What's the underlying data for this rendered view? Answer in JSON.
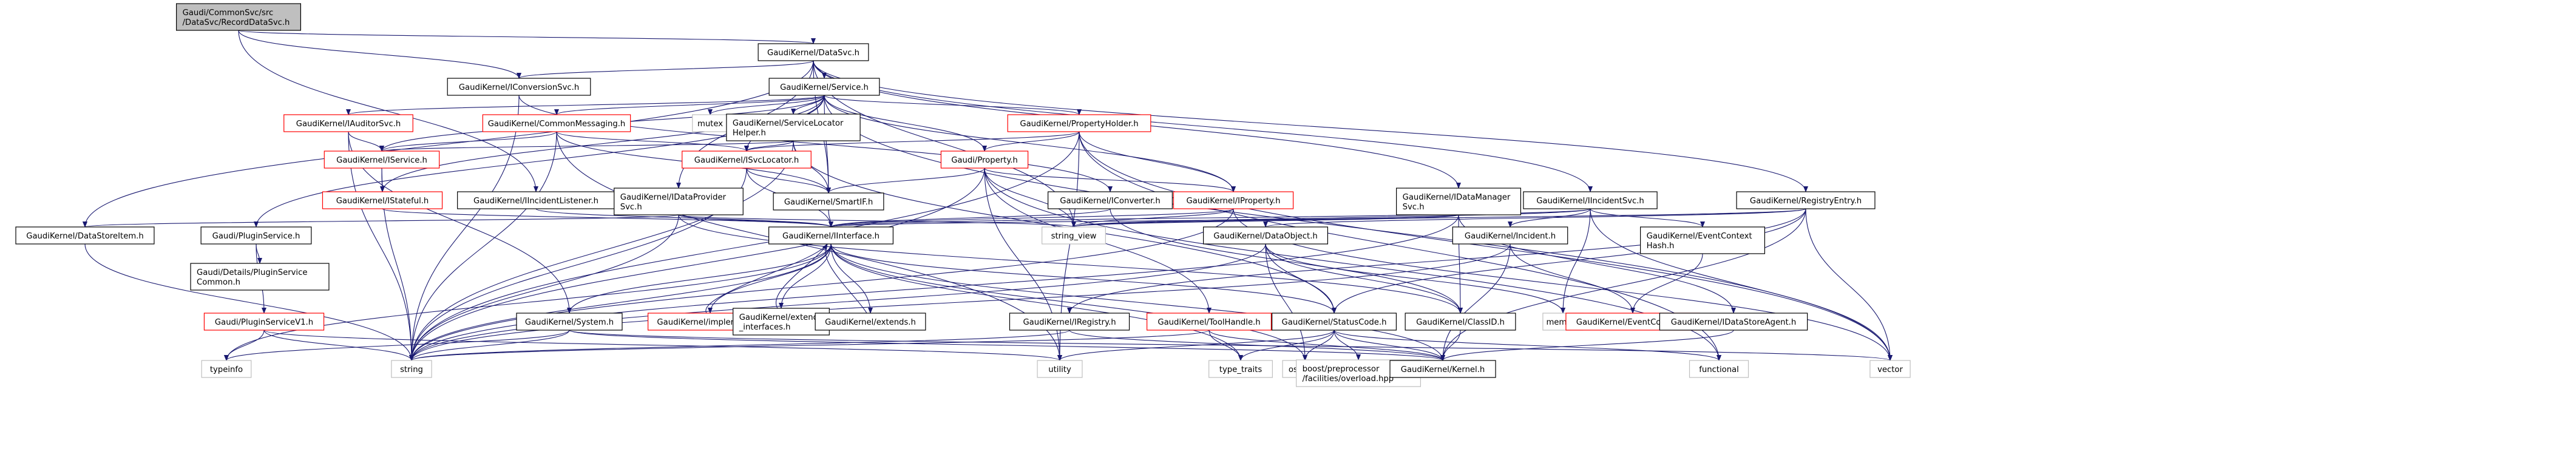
{
  "diagram": {
    "type": "include-dependency-graph",
    "colors": {
      "edge": "#191970",
      "root_fill": "#bfbfbf",
      "node_fill": "#ffffff",
      "node_border": "#000000",
      "unresolved_border": "#ff0000",
      "external_border": "#bfbfbf"
    },
    "nodes": [
      {
        "id": "root",
        "kind": "root",
        "lines": [
          "Gaudi/CommonSvc/src",
          "/DataSvc/RecordDataSvc.h"
        ]
      },
      {
        "id": "datasvc",
        "kind": "resolved",
        "lines": [
          "GaudiKernel/DataSvc.h"
        ]
      },
      {
        "id": "iconversionsvc",
        "kind": "resolved",
        "lines": [
          "GaudiKernel/IConversionSvc.h"
        ]
      },
      {
        "id": "service",
        "kind": "resolved",
        "lines": [
          "GaudiKernel/Service.h"
        ]
      },
      {
        "id": "iauditorsvc",
        "kind": "unresolved",
        "lines": [
          "GaudiKernel/IAuditorSvc.h"
        ]
      },
      {
        "id": "icommonmessaging",
        "kind": "unresolved",
        "lines": [
          "GaudiKernel/CommonMessaging.h"
        ]
      },
      {
        "id": "mutex",
        "kind": "external",
        "lines": [
          "mutex"
        ]
      },
      {
        "id": "servicelocatorhelper",
        "kind": "resolved",
        "lines": [
          "GaudiKernel/ServiceLocator",
          "Helper.h"
        ]
      },
      {
        "id": "propertyholder",
        "kind": "unresolved",
        "lines": [
          "GaudiKernel/PropertyHolder.h"
        ]
      },
      {
        "id": "iservice",
        "kind": "unresolved",
        "lines": [
          "GaudiKernel/IService.h"
        ]
      },
      {
        "id": "isvclocator",
        "kind": "unresolved",
        "lines": [
          "GaudiKernel/ISvcLocator.h"
        ]
      },
      {
        "id": "gaudiproperty",
        "kind": "unresolved",
        "lines": [
          "Gaudi/Property.h"
        ]
      },
      {
        "id": "istateful",
        "kind": "unresolved",
        "lines": [
          "GaudiKernel/IStateful.h"
        ]
      },
      {
        "id": "iincidentlistener",
        "kind": "resolved",
        "lines": [
          "GaudiKernel/IIncidentListener.h"
        ]
      },
      {
        "id": "idataprovidersvc",
        "kind": "resolved",
        "lines": [
          "GaudiKernel/IDataProvider",
          "Svc.h"
        ]
      },
      {
        "id": "smartif",
        "kind": "resolved",
        "lines": [
          "GaudiKernel/SmartIF.h"
        ]
      },
      {
        "id": "iconverter",
        "kind": "resolved",
        "lines": [
          "GaudiKernel/IConverter.h"
        ]
      },
      {
        "id": "iproperty",
        "kind": "unresolved",
        "lines": [
          "GaudiKernel/IProperty.h"
        ]
      },
      {
        "id": "idatamanagersvc",
        "kind": "resolved",
        "lines": [
          "GaudiKernel/IDataManager",
          "Svc.h"
        ]
      },
      {
        "id": "iincidentsvc",
        "kind": "resolved",
        "lines": [
          "GaudiKernel/IIncidentSvc.h"
        ]
      },
      {
        "id": "registryentry",
        "kind": "resolved",
        "lines": [
          "GaudiKernel/RegistryEntry.h"
        ]
      },
      {
        "id": "datastoreitem",
        "kind": "resolved",
        "lines": [
          "GaudiKernel/DataStoreItem.h"
        ]
      },
      {
        "id": "pluginservice",
        "kind": "resolved",
        "lines": [
          "Gaudi/PluginService.h"
        ]
      },
      {
        "id": "iinterface",
        "kind": "resolved",
        "lines": [
          "GaudiKernel/IInterface.h"
        ]
      },
      {
        "id": "string_view",
        "kind": "external",
        "lines": [
          "string_view"
        ]
      },
      {
        "id": "dataobject",
        "kind": "resolved",
        "lines": [
          "GaudiKernel/DataObject.h"
        ]
      },
      {
        "id": "incident",
        "kind": "resolved",
        "lines": [
          "GaudiKernel/Incident.h"
        ]
      },
      {
        "id": "ieventcontexthash",
        "kind": "resolved",
        "lines": [
          "GaudiKernel/EventContext",
          "Hash.h"
        ]
      },
      {
        "id": "detailspluginservicecommon",
        "kind": "resolved",
        "lines": [
          "Gaudi/Details/PluginService",
          "Common.h"
        ]
      },
      {
        "id": "pluginservicev1",
        "kind": "unresolved",
        "lines": [
          "Gaudi/PluginServiceV1.h"
        ]
      },
      {
        "id": "system",
        "kind": "resolved",
        "lines": [
          "GaudiKernel/System.h"
        ]
      },
      {
        "id": "implements",
        "kind": "unresolved",
        "lines": [
          "GaudiKernel/implements.h"
        ]
      },
      {
        "id": "extend_interfaces",
        "kind": "resolved",
        "lines": [
          "GaudiKernel/extend",
          "_interfaces.h"
        ]
      },
      {
        "id": "extends",
        "kind": "resolved",
        "lines": [
          "GaudiKernel/extends.h"
        ]
      },
      {
        "id": "iregistry",
        "kind": "resolved",
        "lines": [
          "GaudiKernel/IRegistry.h"
        ]
      },
      {
        "id": "toolhandle",
        "kind": "unresolved",
        "lines": [
          "GaudiKernel/ToolHandle.h"
        ]
      },
      {
        "id": "statuscode",
        "kind": "resolved",
        "lines": [
          "GaudiKernel/StatusCode.h"
        ]
      },
      {
        "id": "classid",
        "kind": "resolved",
        "lines": [
          "GaudiKernel/ClassID.h"
        ]
      },
      {
        "id": "memory",
        "kind": "external",
        "lines": [
          "memory"
        ]
      },
      {
        "id": "eventcontext",
        "kind": "unresolved",
        "lines": [
          "GaudiKernel/EventContext.h"
        ]
      },
      {
        "id": "idatastoreagent",
        "kind": "resolved",
        "lines": [
          "GaudiKernel/IDataStoreAgent.h"
        ]
      },
      {
        "id": "typeinfo",
        "kind": "external",
        "lines": [
          "typeinfo"
        ]
      },
      {
        "id": "string",
        "kind": "external",
        "lines": [
          "string"
        ]
      },
      {
        "id": "utility",
        "kind": "external",
        "lines": [
          "utility"
        ]
      },
      {
        "id": "type_traits",
        "kind": "external",
        "lines": [
          "type_traits"
        ]
      },
      {
        "id": "ostream",
        "kind": "external",
        "lines": [
          "ostream"
        ]
      },
      {
        "id": "boostpp",
        "kind": "external",
        "lines": [
          "boost/preprocessor",
          "/facilities/overload.hpp"
        ]
      },
      {
        "id": "kernel",
        "kind": "resolved",
        "lines": [
          "GaudiKernel/Kernel.h"
        ]
      },
      {
        "id": "functional",
        "kind": "external",
        "lines": [
          "functional"
        ]
      },
      {
        "id": "vector",
        "kind": "external",
        "lines": [
          "vector"
        ]
      }
    ],
    "edges": [
      [
        "root",
        "datasvc"
      ],
      [
        "root",
        "iconversionsvc"
      ],
      [
        "root",
        "iincidentlistener"
      ],
      [
        "datasvc",
        "iconversionsvc"
      ],
      [
        "datasvc",
        "service"
      ],
      [
        "datasvc",
        "idataprovidersvc"
      ],
      [
        "datasvc",
        "smartif"
      ],
      [
        "datasvc",
        "idatamanagersvc"
      ],
      [
        "datasvc",
        "iincidentsvc"
      ],
      [
        "datasvc",
        "registryentry"
      ],
      [
        "datasvc",
        "datastoreitem"
      ],
      [
        "datasvc",
        "string_view"
      ],
      [
        "iconversionsvc",
        "iconverter"
      ],
      [
        "iconversionsvc",
        "string"
      ],
      [
        "service",
        "iauditorsvc"
      ],
      [
        "service",
        "icommonmessaging"
      ],
      [
        "service",
        "mutex"
      ],
      [
        "service",
        "servicelocatorhelper"
      ],
      [
        "service",
        "propertyholder"
      ],
      [
        "service",
        "iservice"
      ],
      [
        "service",
        "isvclocator"
      ],
      [
        "service",
        "gaudiproperty"
      ],
      [
        "service",
        "istateful"
      ],
      [
        "service",
        "iproperty"
      ],
      [
        "service",
        "smartif"
      ],
      [
        "service",
        "pluginservice"
      ],
      [
        "service",
        "vector"
      ],
      [
        "iauditorsvc",
        "iservice"
      ],
      [
        "iauditorsvc",
        "system"
      ],
      [
        "iauditorsvc",
        "string"
      ],
      [
        "icommonmessaging",
        "iservice"
      ],
      [
        "icommonmessaging",
        "isvclocator"
      ],
      [
        "icommonmessaging",
        "smartif"
      ],
      [
        "icommonmessaging",
        "string"
      ],
      [
        "icommonmessaging",
        "utility"
      ],
      [
        "servicelocatorhelper",
        "isvclocator"
      ],
      [
        "servicelocatorhelper",
        "smartif"
      ],
      [
        "servicelocatorhelper",
        "iservice"
      ],
      [
        "servicelocatorhelper",
        "string"
      ],
      [
        "servicelocatorhelper",
        "statuscode"
      ],
      [
        "propertyholder",
        "gaudiproperty"
      ],
      [
        "propertyholder",
        "iproperty"
      ],
      [
        "propertyholder",
        "isvclocator"
      ],
      [
        "propertyholder",
        "string"
      ],
      [
        "propertyholder",
        "utility"
      ],
      [
        "propertyholder",
        "vector"
      ],
      [
        "propertyholder",
        "functional"
      ],
      [
        "iservice",
        "istateful"
      ],
      [
        "iservice",
        "string"
      ],
      [
        "istateful",
        "iinterface"
      ],
      [
        "isvclocator",
        "iinterface"
      ],
      [
        "isvclocator",
        "smartif"
      ],
      [
        "isvclocator",
        "string"
      ],
      [
        "gaudiproperty",
        "iproperty"
      ],
      [
        "gaudiproperty",
        "smartif"
      ],
      [
        "gaudiproperty",
        "string"
      ],
      [
        "gaudiproperty",
        "utility"
      ],
      [
        "gaudiproperty",
        "toolhandle"
      ],
      [
        "gaudiproperty",
        "string_view"
      ],
      [
        "gaudiproperty",
        "functional"
      ],
      [
        "iincidentlistener",
        "iinterface"
      ],
      [
        "idataprovidersvc",
        "iinterface"
      ],
      [
        "idataprovidersvc",
        "string"
      ],
      [
        "idataprovidersvc",
        "datastoreitem"
      ],
      [
        "idataprovidersvc",
        "string_view"
      ],
      [
        "idataprovidersvc",
        "classid"
      ],
      [
        "smartif",
        "iinterface"
      ],
      [
        "iconverter",
        "iinterface"
      ],
      [
        "iconverter",
        "classid"
      ],
      [
        "iproperty",
        "iinterface"
      ],
      [
        "iproperty",
        "string_view"
      ],
      [
        "iproperty",
        "string"
      ],
      [
        "iproperty",
        "vector"
      ],
      [
        "idatamanagersvc",
        "iinterface"
      ],
      [
        "idatamanagersvc",
        "classid"
      ],
      [
        "idatamanagersvc",
        "string_view"
      ],
      [
        "idatamanagersvc",
        "idatastoreagent"
      ],
      [
        "idatamanagersvc",
        "string"
      ],
      [
        "iincidentsvc",
        "iinterface"
      ],
      [
        "iincidentsvc",
        "incident"
      ],
      [
        "iincidentsvc",
        "ieventcontexthash"
      ],
      [
        "iincidentsvc",
        "memory"
      ],
      [
        "iincidentsvc",
        "vector"
      ],
      [
        "iincidentsvc",
        "string_view"
      ],
      [
        "registryentry",
        "kernel"
      ],
      [
        "registryentry",
        "statuscode"
      ],
      [
        "registryentry",
        "iregistry"
      ],
      [
        "registryentry",
        "dataobject"
      ],
      [
        "registryentry",
        "vector"
      ],
      [
        "registryentry",
        "string_view"
      ],
      [
        "datastoreitem",
        "string"
      ],
      [
        "pluginservice",
        "detailspluginservicecommon"
      ],
      [
        "pluginservice",
        "pluginservicev1"
      ],
      [
        "pluginservicev1",
        "typeinfo"
      ],
      [
        "pluginservicev1",
        "string"
      ],
      [
        "pluginservicev1",
        "utility"
      ],
      [
        "iinterface",
        "system"
      ],
      [
        "iinterface",
        "implements"
      ],
      [
        "iinterface",
        "extend_interfaces"
      ],
      [
        "iinterface",
        "extends"
      ],
      [
        "iinterface",
        "statuscode"
      ],
      [
        "iinterface",
        "kernel"
      ],
      [
        "iinterface",
        "string"
      ],
      [
        "iinterface",
        "type_traits"
      ],
      [
        "iinterface",
        "typeinfo"
      ],
      [
        "iinterface",
        "ostream"
      ],
      [
        "implements",
        "iinterface"
      ],
      [
        "extend_interfaces",
        "iinterface"
      ],
      [
        "extends",
        "iinterface"
      ],
      [
        "system",
        "kernel"
      ],
      [
        "system",
        "string"
      ],
      [
        "system",
        "typeinfo"
      ],
      [
        "system",
        "vector"
      ],
      [
        "dataobject",
        "classid"
      ],
      [
        "dataobject",
        "statuscode"
      ],
      [
        "dataobject",
        "string"
      ],
      [
        "dataobject",
        "memory"
      ],
      [
        "dataobject",
        "ostream"
      ],
      [
        "incident",
        "kernel"
      ],
      [
        "incident",
        "string"
      ],
      [
        "incident",
        "eventcontext"
      ],
      [
        "ieventcontexthash",
        "eventcontext"
      ],
      [
        "iregistry",
        "kernel"
      ],
      [
        "iregistry",
        "string"
      ],
      [
        "toolhandle",
        "kernel"
      ],
      [
        "toolhandle",
        "string"
      ],
      [
        "toolhandle",
        "type_traits"
      ],
      [
        "statuscode",
        "kernel"
      ],
      [
        "statuscode",
        "boostpp"
      ],
      [
        "statuscode",
        "ostream"
      ],
      [
        "statuscode",
        "type_traits"
      ],
      [
        "statuscode",
        "utility"
      ],
      [
        "statuscode",
        "functional"
      ],
      [
        "classid",
        "kernel"
      ],
      [
        "idatastoreagent",
        "kernel"
      ],
      [
        "string_view",
        "string_view"
      ]
    ]
  }
}
